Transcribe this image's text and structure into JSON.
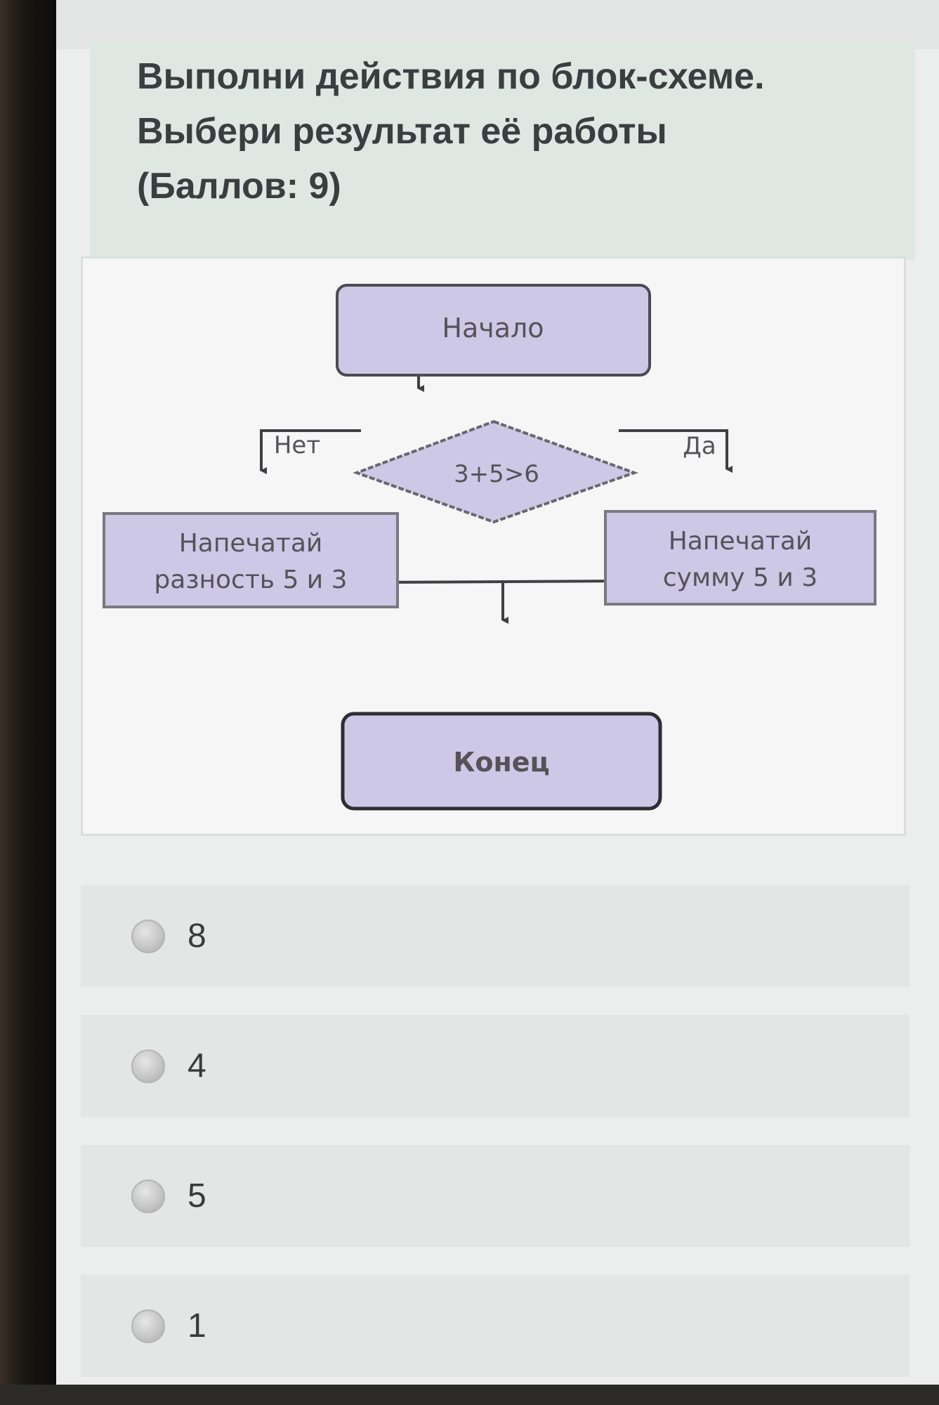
{
  "question": {
    "lines": [
      "Выполни действия по блок-схеме.",
      "Выбери результат её работы",
      "(Баллов: 9)"
    ]
  },
  "flowchart": {
    "start": "Начало",
    "condition": "3+5>6",
    "no_label": "Нет",
    "yes_label": "Да",
    "no_action": [
      "Напечатай",
      "разность 5 и 3"
    ],
    "yes_action": [
      "Напечатай",
      "сумму 5 и 3"
    ],
    "end": "Конец",
    "colors": {
      "block_fill": "#cdc8e6",
      "block_stroke": "#4d4a52",
      "line": "#3f3f44"
    }
  },
  "options": [
    {
      "label": "8"
    },
    {
      "label": "4"
    },
    {
      "label": "5"
    },
    {
      "label": "1"
    }
  ]
}
